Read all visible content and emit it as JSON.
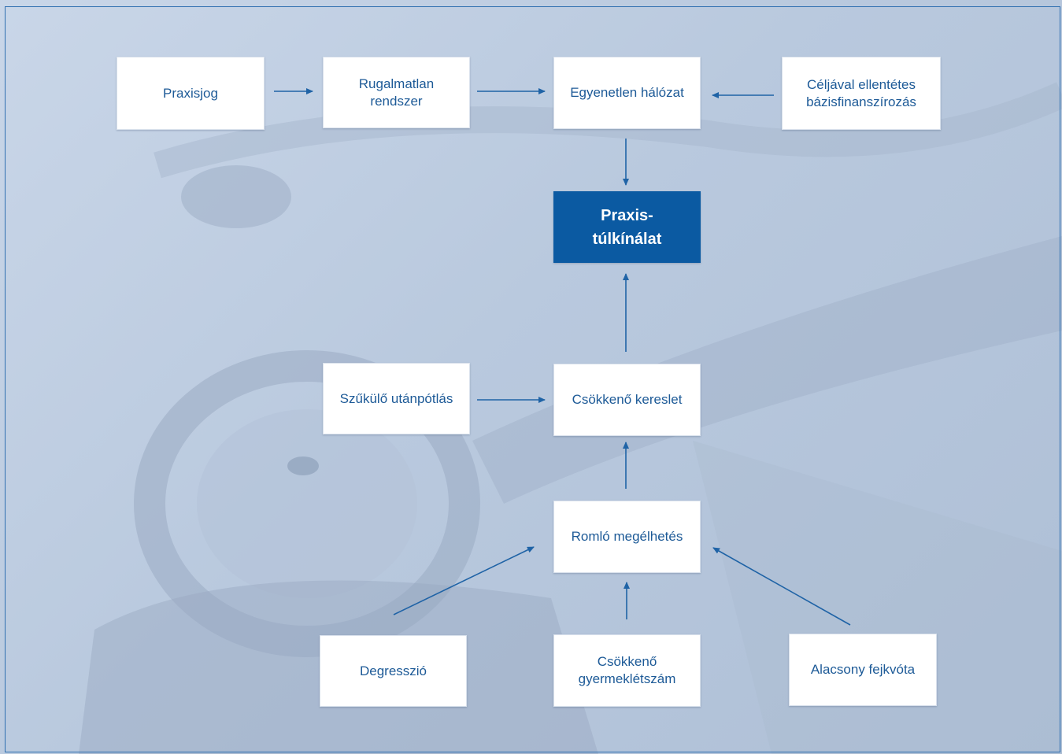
{
  "nodes": {
    "praxisjog": "Praxisjog",
    "rugalmatlan": "Rugalmatlan\nrendszer",
    "egyenetlen": "Egyenetlen hálózat",
    "celjaval": "Céljával ellentétes\nbázisfinanszírozás",
    "praxis_tulkinalat": "Praxis-\ntúlkínálat",
    "szukulo": "Szűkülő utánpótlás",
    "csokkeno_kereslet": "Csökkenő kereslet",
    "romlo": "Romló megélhetés",
    "degresszio": "Degresszió",
    "gyermeklet": "Csökkenő\ngyermeklétszám",
    "fejkvota": "Alacsony fejkvóta"
  },
  "colors": {
    "accent": "#0b5aa2",
    "arrow": "#1f63a6",
    "box_text": "#1d5a97",
    "background": "#c2d1e4"
  }
}
